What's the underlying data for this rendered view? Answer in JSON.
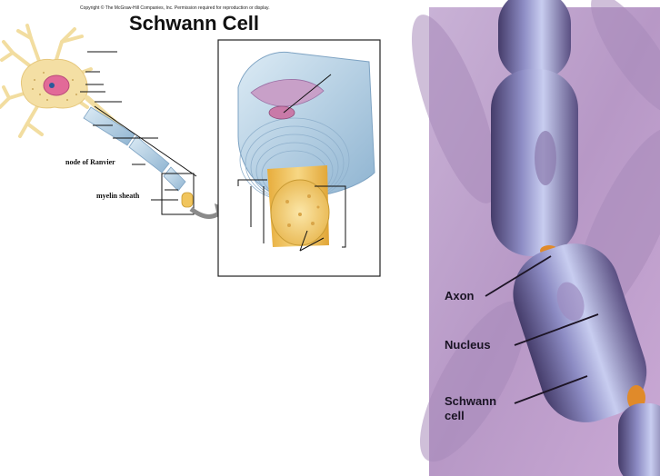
{
  "copyright": "Copyright © The McGraw-Hill Companies, Inc. Permission required for reproduction or display.",
  "title": "Schwann Cell",
  "diagram_labels": {
    "node_of_ranvier": "node of Ranvier",
    "myelin_sheath": "myelin sheath"
  },
  "photo_labels": {
    "axon": "Axon",
    "nucleus": "Nucleus",
    "schwann_line1": "Schwann",
    "schwann_line2": "cell"
  },
  "colors": {
    "cell_body": "#f4dfa4",
    "nucleus": "#e26a98",
    "myelin": "#b9d3e6",
    "axon": "#f1c55d",
    "photo_bg": "#b89ac6",
    "photo_fiber": "#8f86b8"
  }
}
